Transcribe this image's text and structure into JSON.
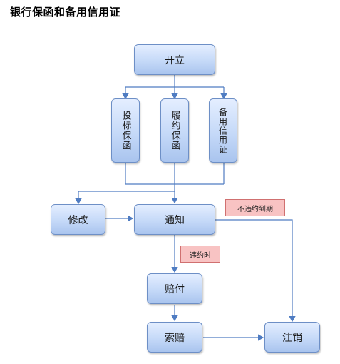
{
  "title": "银行保函和备用信用证",
  "nodes": {
    "open": "开立",
    "bid": "投标保函",
    "perf": "履约保函",
    "standby": "备用信用证",
    "modify": "修改",
    "notify": "通知",
    "pay": "赔付",
    "claim": "索赔",
    "cancel": "注销"
  },
  "notes": {
    "no_breach": "不违约到期",
    "breach": "违约时"
  },
  "colors": {
    "box_border": "#6d8fc6",
    "line": "#4f7cc2",
    "note_fill": "#f8c3c3"
  }
}
